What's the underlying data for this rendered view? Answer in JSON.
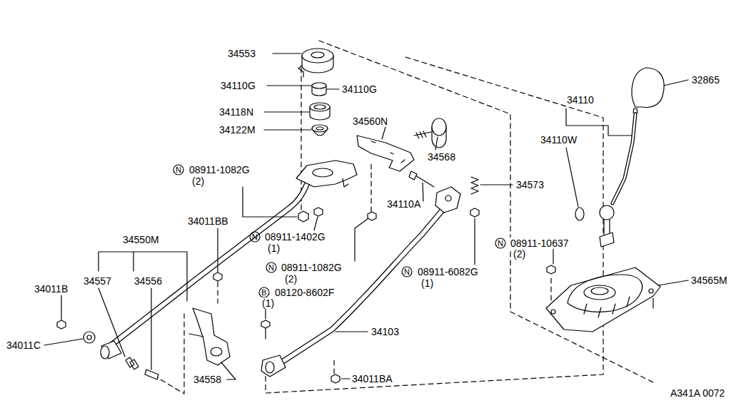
{
  "diagram": {
    "labels": [
      "34553",
      "34110G",
      "34110G",
      "34118N",
      "34122M",
      "34560N",
      "34568",
      "32865",
      "34110",
      "34110W",
      "N",
      "08911-1082G",
      "(2)",
      "34011BB",
      "N",
      "08911-1402G",
      "(1)",
      "34110A",
      "34573",
      "34550M",
      "34557",
      "34556",
      "N",
      "08911-1082G",
      "(2)",
      "N",
      "08911-6082G",
      "(1)",
      "N",
      "08911-10637",
      "(2)",
      "34011B",
      "B",
      "08120-8602F",
      "(1)",
      "34565M",
      "34011C",
      "34103",
      "34558",
      "34011BA",
      "A341A 0072"
    ]
  }
}
